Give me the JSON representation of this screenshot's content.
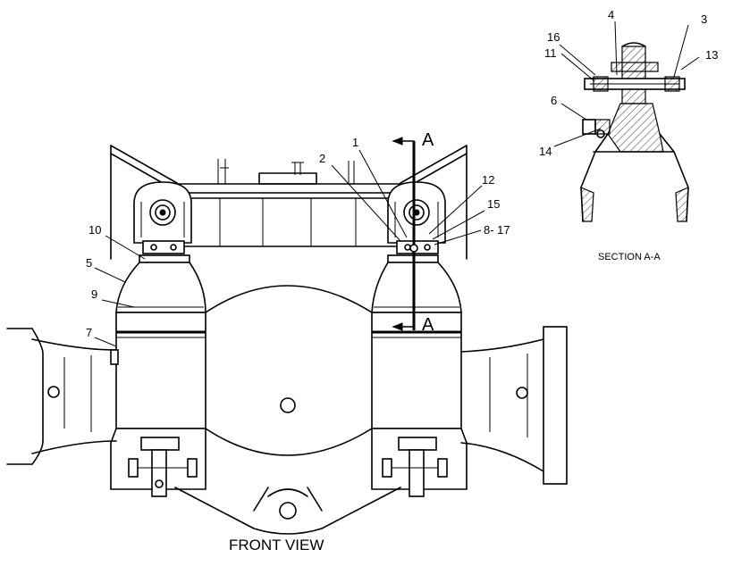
{
  "views": {
    "front_view_title": "FRONT VIEW",
    "section_title": "SECTION A-A",
    "section_marker": "A"
  },
  "callouts": {
    "c1": "1",
    "c2": "2",
    "c3": "3",
    "c4": "4",
    "c5": "5",
    "c6": "6",
    "c7": "7",
    "c8_17": "8- 17",
    "c9": "9",
    "c10": "10",
    "c11": "11",
    "c12": "12",
    "c13": "13",
    "c14": "14",
    "c15": "15",
    "c16": "16"
  }
}
